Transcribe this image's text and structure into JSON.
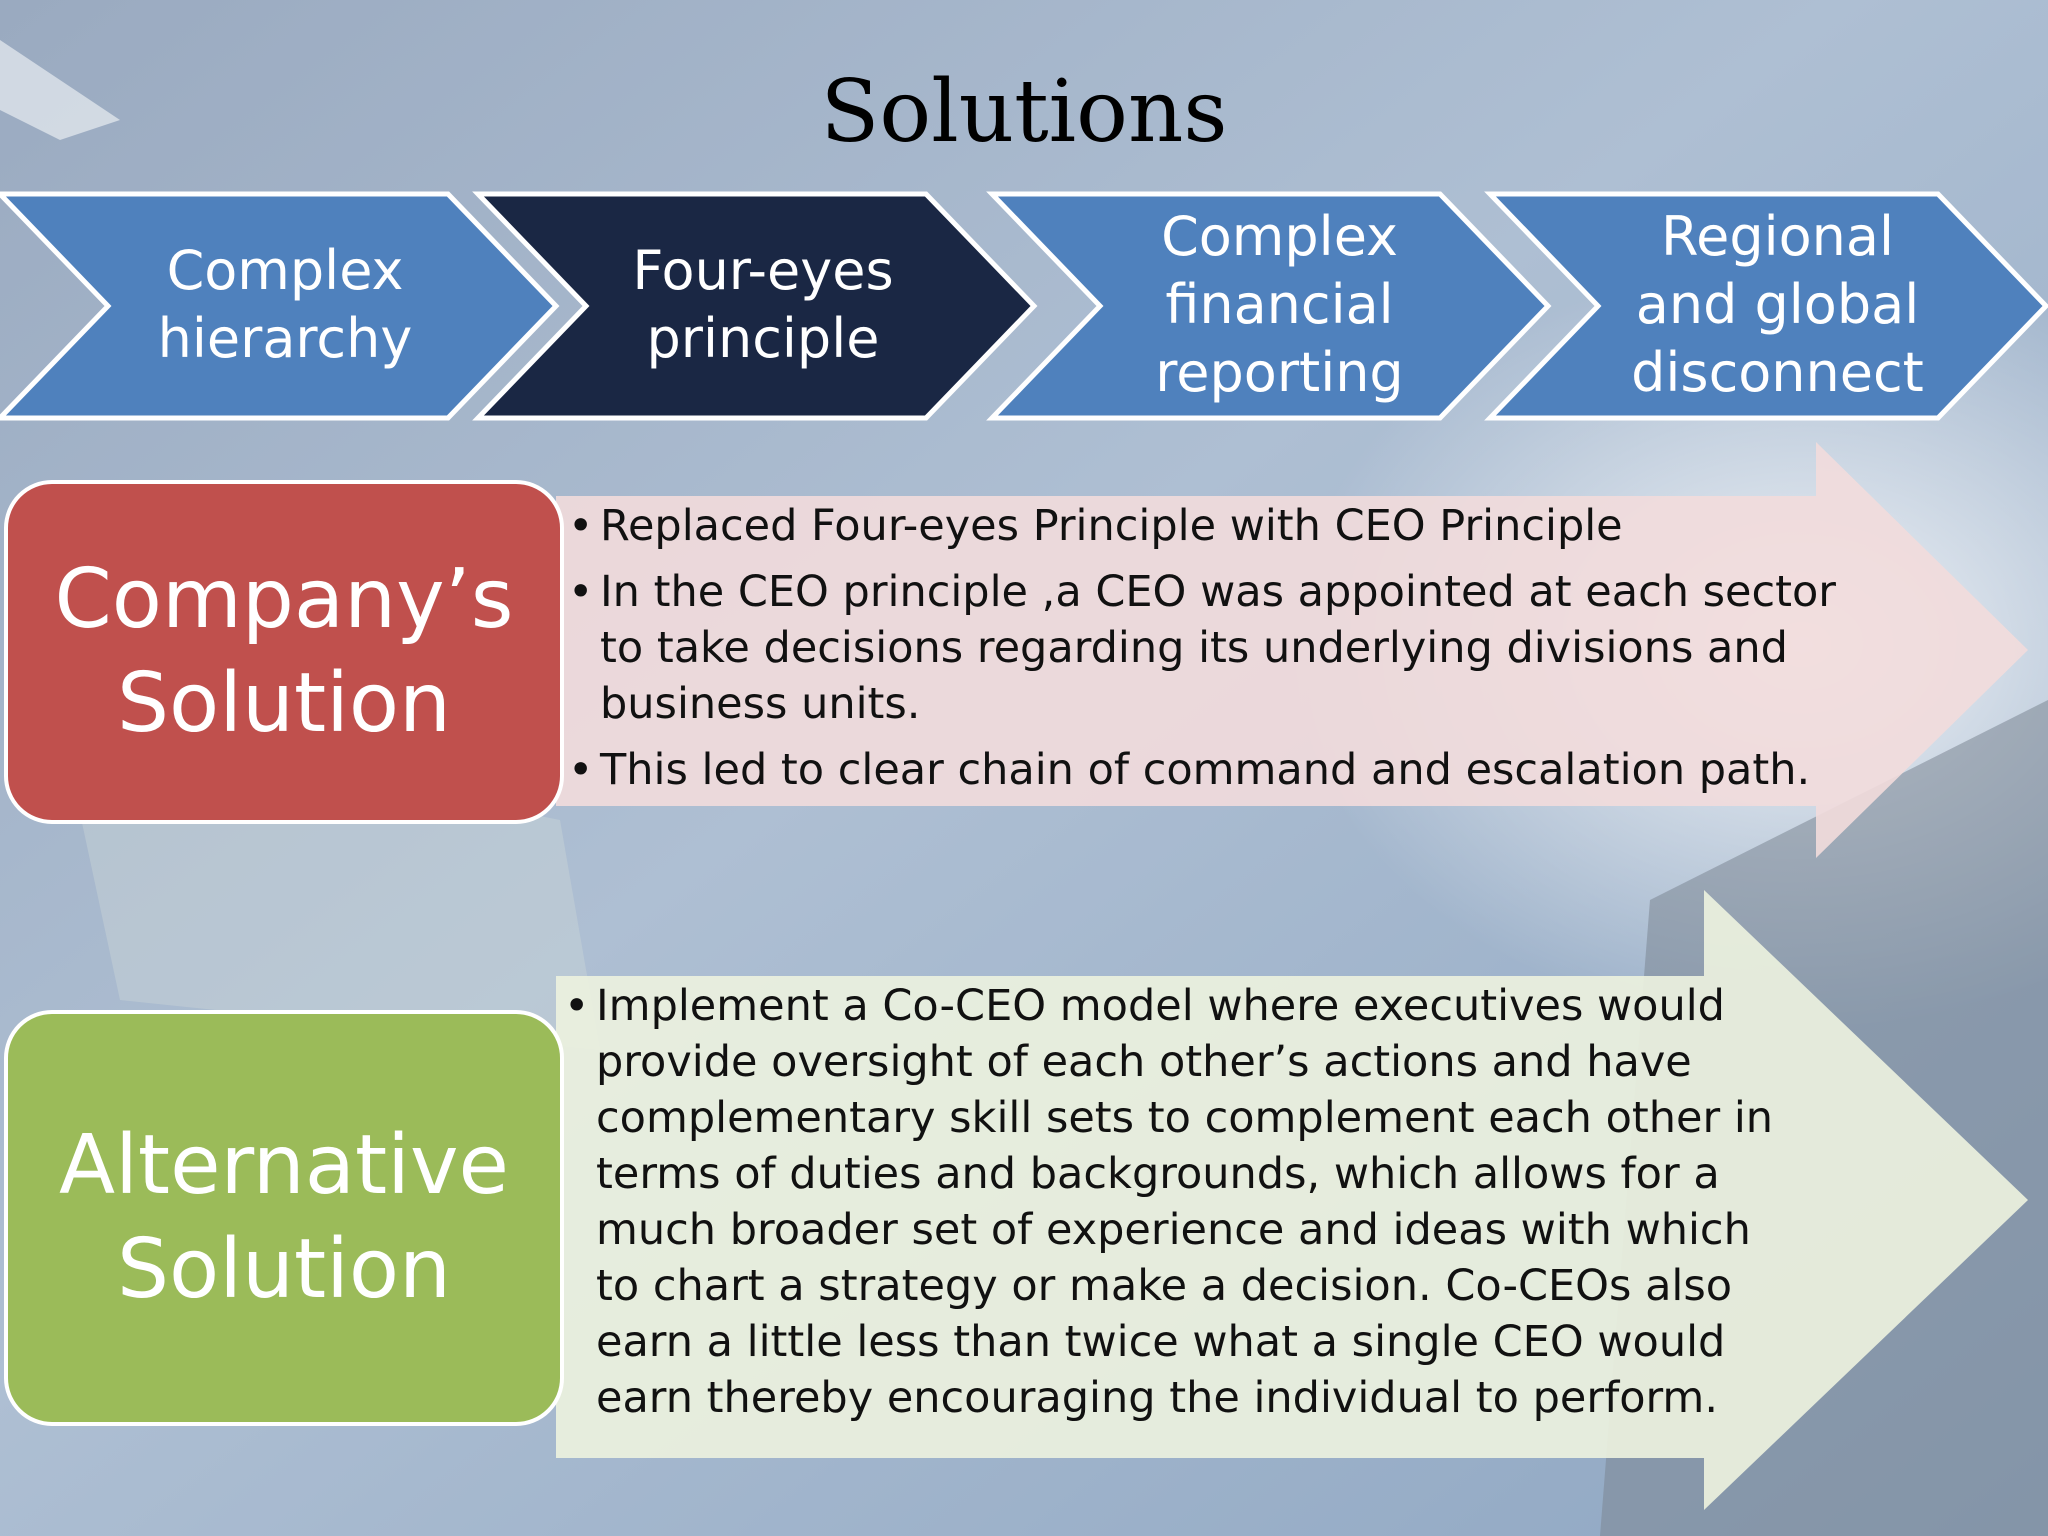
{
  "slide": {
    "title": "Solutions"
  },
  "process_steps": [
    {
      "label": "Complex\nhierarchy",
      "color": "#4f81bd"
    },
    {
      "label": "Four-eyes\nprinciple",
      "color": "#1a2744"
    },
    {
      "label": "Complex\nfinancial\nreporting",
      "color": "#4f81bd"
    },
    {
      "label": "Regional\nand global\ndisconnect",
      "color": "#4f81bd"
    }
  ],
  "company_solution": {
    "label": "Company’s\nSolution",
    "color": "#c0504d",
    "panel_color": "#f2dcdb",
    "bullets": [
      "Replaced Four-eyes Principle with CEO Principle",
      "In the CEO principle ,a CEO was appointed at each sector to take decisions regarding its underlying divisions and business units.",
      "This led to clear chain of command and escalation path."
    ]
  },
  "alternative_solution": {
    "label": "Alternative\nSolution",
    "color": "#9bbb59",
    "panel_color": "#ebf1de",
    "bullets": [
      "Implement a  Co-CEO model where  executives would provide oversight of each other’s actions and have complementary skill sets  to  complement each other in terms of duties and backgrounds, which allows for a much broader set of experience and ideas with which to chart a strategy or make a decision. Co-CEOs also earn a little less than twice what a single CEO would earn thereby encouraging the individual to perform."
    ]
  }
}
